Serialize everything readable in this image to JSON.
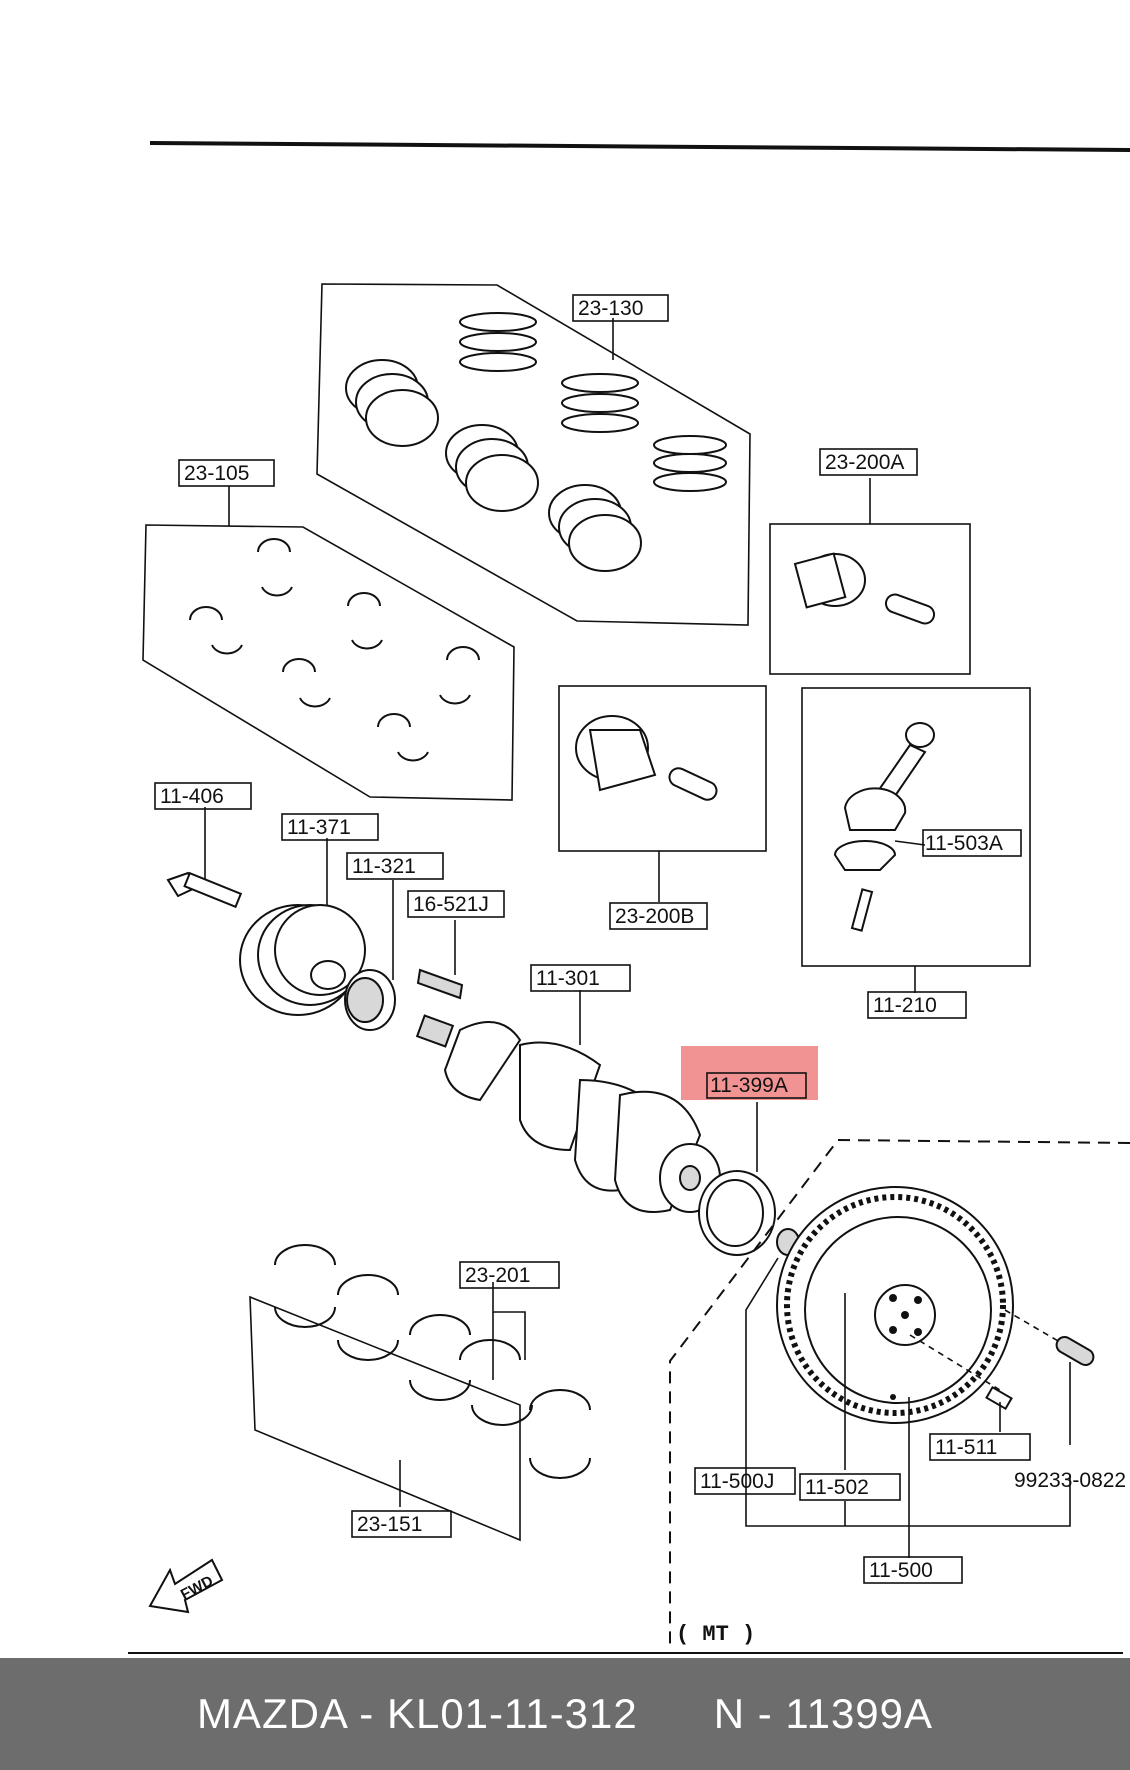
{
  "parts": {
    "p23_130": "23-130",
    "p23_105": "23-105",
    "p23_200A": "23-200A",
    "p23_200B": "23-200B",
    "p11_503A": "11-503A",
    "p11_210": "11-210",
    "p11_406": "11-406",
    "p11_371": "11-371",
    "p11_321": "11-321",
    "p16_521J": "16-521J",
    "p11_301": "11-301",
    "p11_399A": "11-399A",
    "p23_201": "23-201",
    "p23_151": "23-151",
    "p11_511": "11-511",
    "p99233": "99233-0822",
    "p11_500J": "11-500J",
    "p11_502": "11-502",
    "p11_500": "11-500"
  },
  "fwd_label": "FWD",
  "variant_label": "( MT )",
  "highlight_color": "#f08080",
  "footer": {
    "text": "MAZDA - KL01-11-312      N - 11399A",
    "background": "#6d6d6d"
  }
}
